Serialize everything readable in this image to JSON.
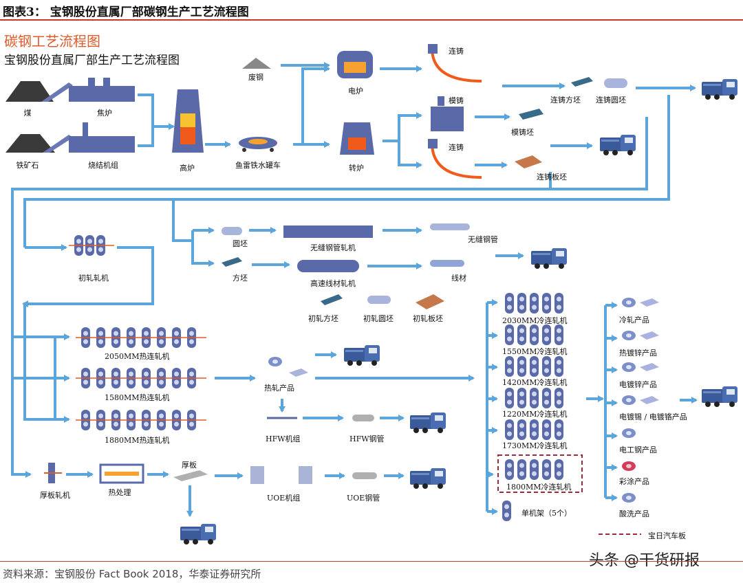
{
  "figure_title": "图表3：  宝钢股份直属厂部碳钢生产工艺流程图",
  "diagram_title": "碳钢工艺流程图",
  "diagram_subtitle": "宝钢股份直属厂部生产工艺流程图",
  "labels": {
    "coal": "煤",
    "coke_oven": "焦炉",
    "iron_ore": "铁矿石",
    "sinter": "烧结机组",
    "blast_furnace": "高炉",
    "torpedo_car": "鱼雷铁水罐车",
    "scrap": "废钢",
    "eaf": "电炉",
    "converter": "转炉",
    "cc1": "连铸",
    "ingot": "模铸",
    "cc2": "连铸",
    "cc_square": "连铸方坯",
    "cc_round": "连铸圆坯",
    "ingot_billet": "模铸坯",
    "cc_slab": "连铸板坯",
    "blooming": "初轧轧机",
    "round_billet": "圆坯",
    "square_billet": "方坯",
    "seamless_mill": "无缝钢管轧机",
    "seamless_pipe": "无缝钢管",
    "wire_mill": "高速线材轧机",
    "wire_rod": "线材",
    "bloom_square": "初轧方坯",
    "bloom_round": "初轧圆坯",
    "bloom_slab": "初轧板坯",
    "hsm2050": "2050MM热连轧机",
    "hsm1580": "1580MM热连轧机",
    "hsm1880": "1880MM热连轧机",
    "hot_rolled": "热轧产品",
    "hfw_unit": "HFW机组",
    "hfw_pipe": "HFW钢管",
    "plate_mill": "厚板轧机",
    "heat_treat": "热处理",
    "heavy_plate": "厚板",
    "uoe_unit": "UOE机组",
    "uoe_pipe": "UOE钢管",
    "cm2030": "2030MM冷连轧机",
    "cm1550": "1550MM冷连轧机",
    "cm1420": "1420MM冷连轧机",
    "cm1220": "1220MM冷连轧机",
    "cm1730": "1730MM冷连轧机",
    "cm1800": "1800MM冷连轧机",
    "single_stand": "单机架（5个）",
    "cold_rolled": "冷轧产品",
    "hot_galv": "热镀锌产品",
    "electro_galv": "电镀锌产品",
    "tin_chrome": "电镀锡 / 电镀铬产品",
    "electrical": "电工钢产品",
    "color_coated": "彩涂产品",
    "pickled": "酸洗产品",
    "legend_auto": "宝日汽车板"
  },
  "colors": {
    "arrow": "#5aa6dc",
    "equipment": "#5a6aa8",
    "title_accent": "#e05a2b",
    "rule": "#c0392b",
    "legend_dash": "#a0283a"
  },
  "source": "资料来源：宝钢股份 Fact Book 2018，华泰证券研究所",
  "watermark": "头条 @干货研报"
}
